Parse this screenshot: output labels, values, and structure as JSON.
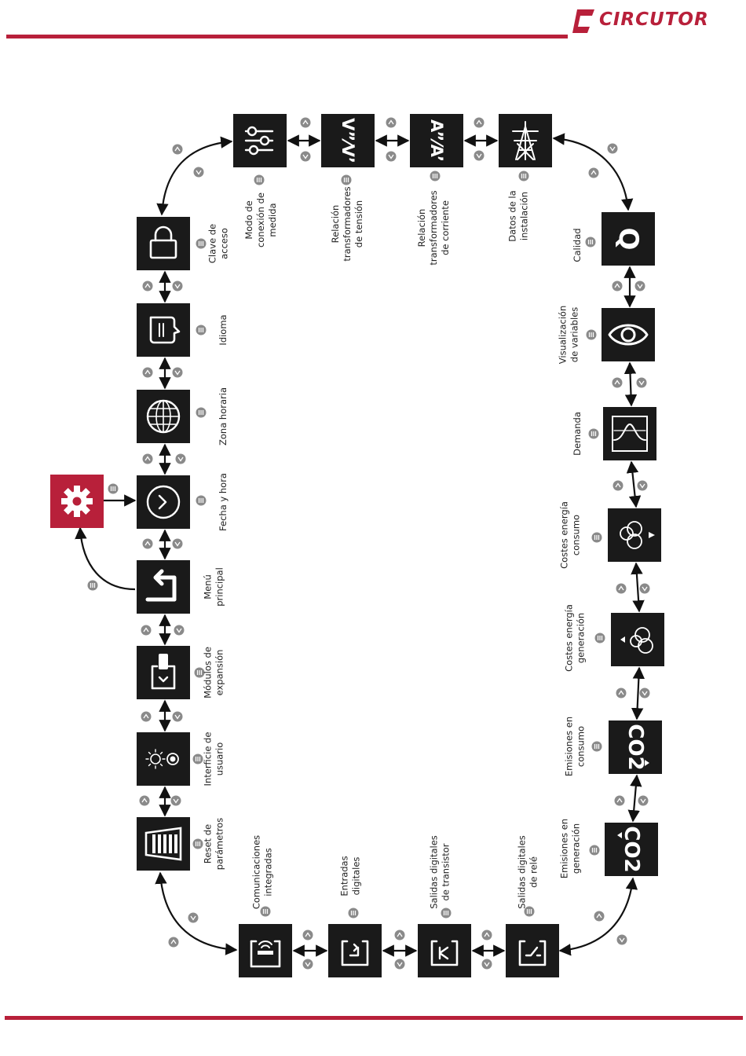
{
  "brand": {
    "name": "CIRCUTOR",
    "color": "#b8203a"
  },
  "colors": {
    "box": "#1a1a1a",
    "accent": "#b8203a",
    "button": "#8a8a8a",
    "arrow": "#111111"
  },
  "nodes": [
    {
      "id": "clave",
      "label": [
        "Clave de",
        "acceso"
      ],
      "icon": "lock-icon"
    },
    {
      "id": "idioma",
      "label": [
        "Idioma"
      ],
      "icon": "speech-bubble-icon"
    },
    {
      "id": "zona",
      "label": [
        "Zona horaria"
      ],
      "icon": "globe-icon"
    },
    {
      "id": "fecha",
      "label": [
        "Fecha y hora"
      ],
      "icon": "clock-icon"
    },
    {
      "id": "menu",
      "label": [
        "Menú",
        "principal"
      ],
      "icon": "return-arrow-icon"
    },
    {
      "id": "modulos",
      "label": [
        "Módulos de",
        "expansión"
      ],
      "icon": "expansion-module-icon"
    },
    {
      "id": "interficie",
      "label": [
        "Interficie de",
        "usuario"
      ],
      "icon": "brightness-icon"
    },
    {
      "id": "reset",
      "label": [
        "Reset de",
        "parámetros"
      ],
      "icon": "reset-bars-icon"
    },
    {
      "id": "modo",
      "label": [
        "Modo de",
        "conexión de",
        "medida"
      ],
      "icon": "sliders-icon"
    },
    {
      "id": "reltension",
      "label": [
        "Relación",
        "transformadores",
        "de tensión"
      ],
      "icon": "voltage-ratio-icon",
      "glyph": "V”⁄V’"
    },
    {
      "id": "relcorriente",
      "label": [
        "Relación",
        "transformadores",
        "de corriente"
      ],
      "icon": "current-ratio-icon",
      "glyph": "A”⁄A’"
    },
    {
      "id": "datos",
      "label": [
        "Datos de la",
        "instalación"
      ],
      "icon": "power-tower-icon"
    },
    {
      "id": "calidad",
      "label": [
        "Calidad"
      ],
      "icon": "quality-q-icon",
      "glyph": "Q"
    },
    {
      "id": "visual",
      "label": [
        "Visualización",
        "de variables"
      ],
      "icon": "eye-icon"
    },
    {
      "id": "demanda",
      "label": [
        "Demanda"
      ],
      "icon": "demand-curve-icon"
    },
    {
      "id": "costescons",
      "label": [
        "Costes energía",
        "consumo"
      ],
      "icon": "coins-consumption-icon"
    },
    {
      "id": "costesgen",
      "label": [
        "Costes energía",
        "generación"
      ],
      "icon": "coins-generation-icon"
    },
    {
      "id": "emicons",
      "label": [
        "Emisiones en",
        "consumo"
      ],
      "icon": "co2-consumption-icon",
      "glyph": "CO2"
    },
    {
      "id": "emigen",
      "label": [
        "Emisiones en",
        "generación"
      ],
      "icon": "co2-generation-icon",
      "glyph": "CO2"
    },
    {
      "id": "comunic",
      "label": [
        "Comunicaciones",
        "integradas"
      ],
      "icon": "communications-icon"
    },
    {
      "id": "entradas",
      "label": [
        "Entradas",
        "digitales"
      ],
      "icon": "digital-input-icon"
    },
    {
      "id": "saltrans",
      "label": [
        "Salidas digitales",
        "de transistor"
      ],
      "icon": "transistor-output-icon"
    },
    {
      "id": "salrele",
      "label": [
        "Salidas digitales",
        "de relé"
      ],
      "icon": "relay-output-icon"
    },
    {
      "id": "config",
      "label": [],
      "icon": "gear-icon"
    }
  ]
}
